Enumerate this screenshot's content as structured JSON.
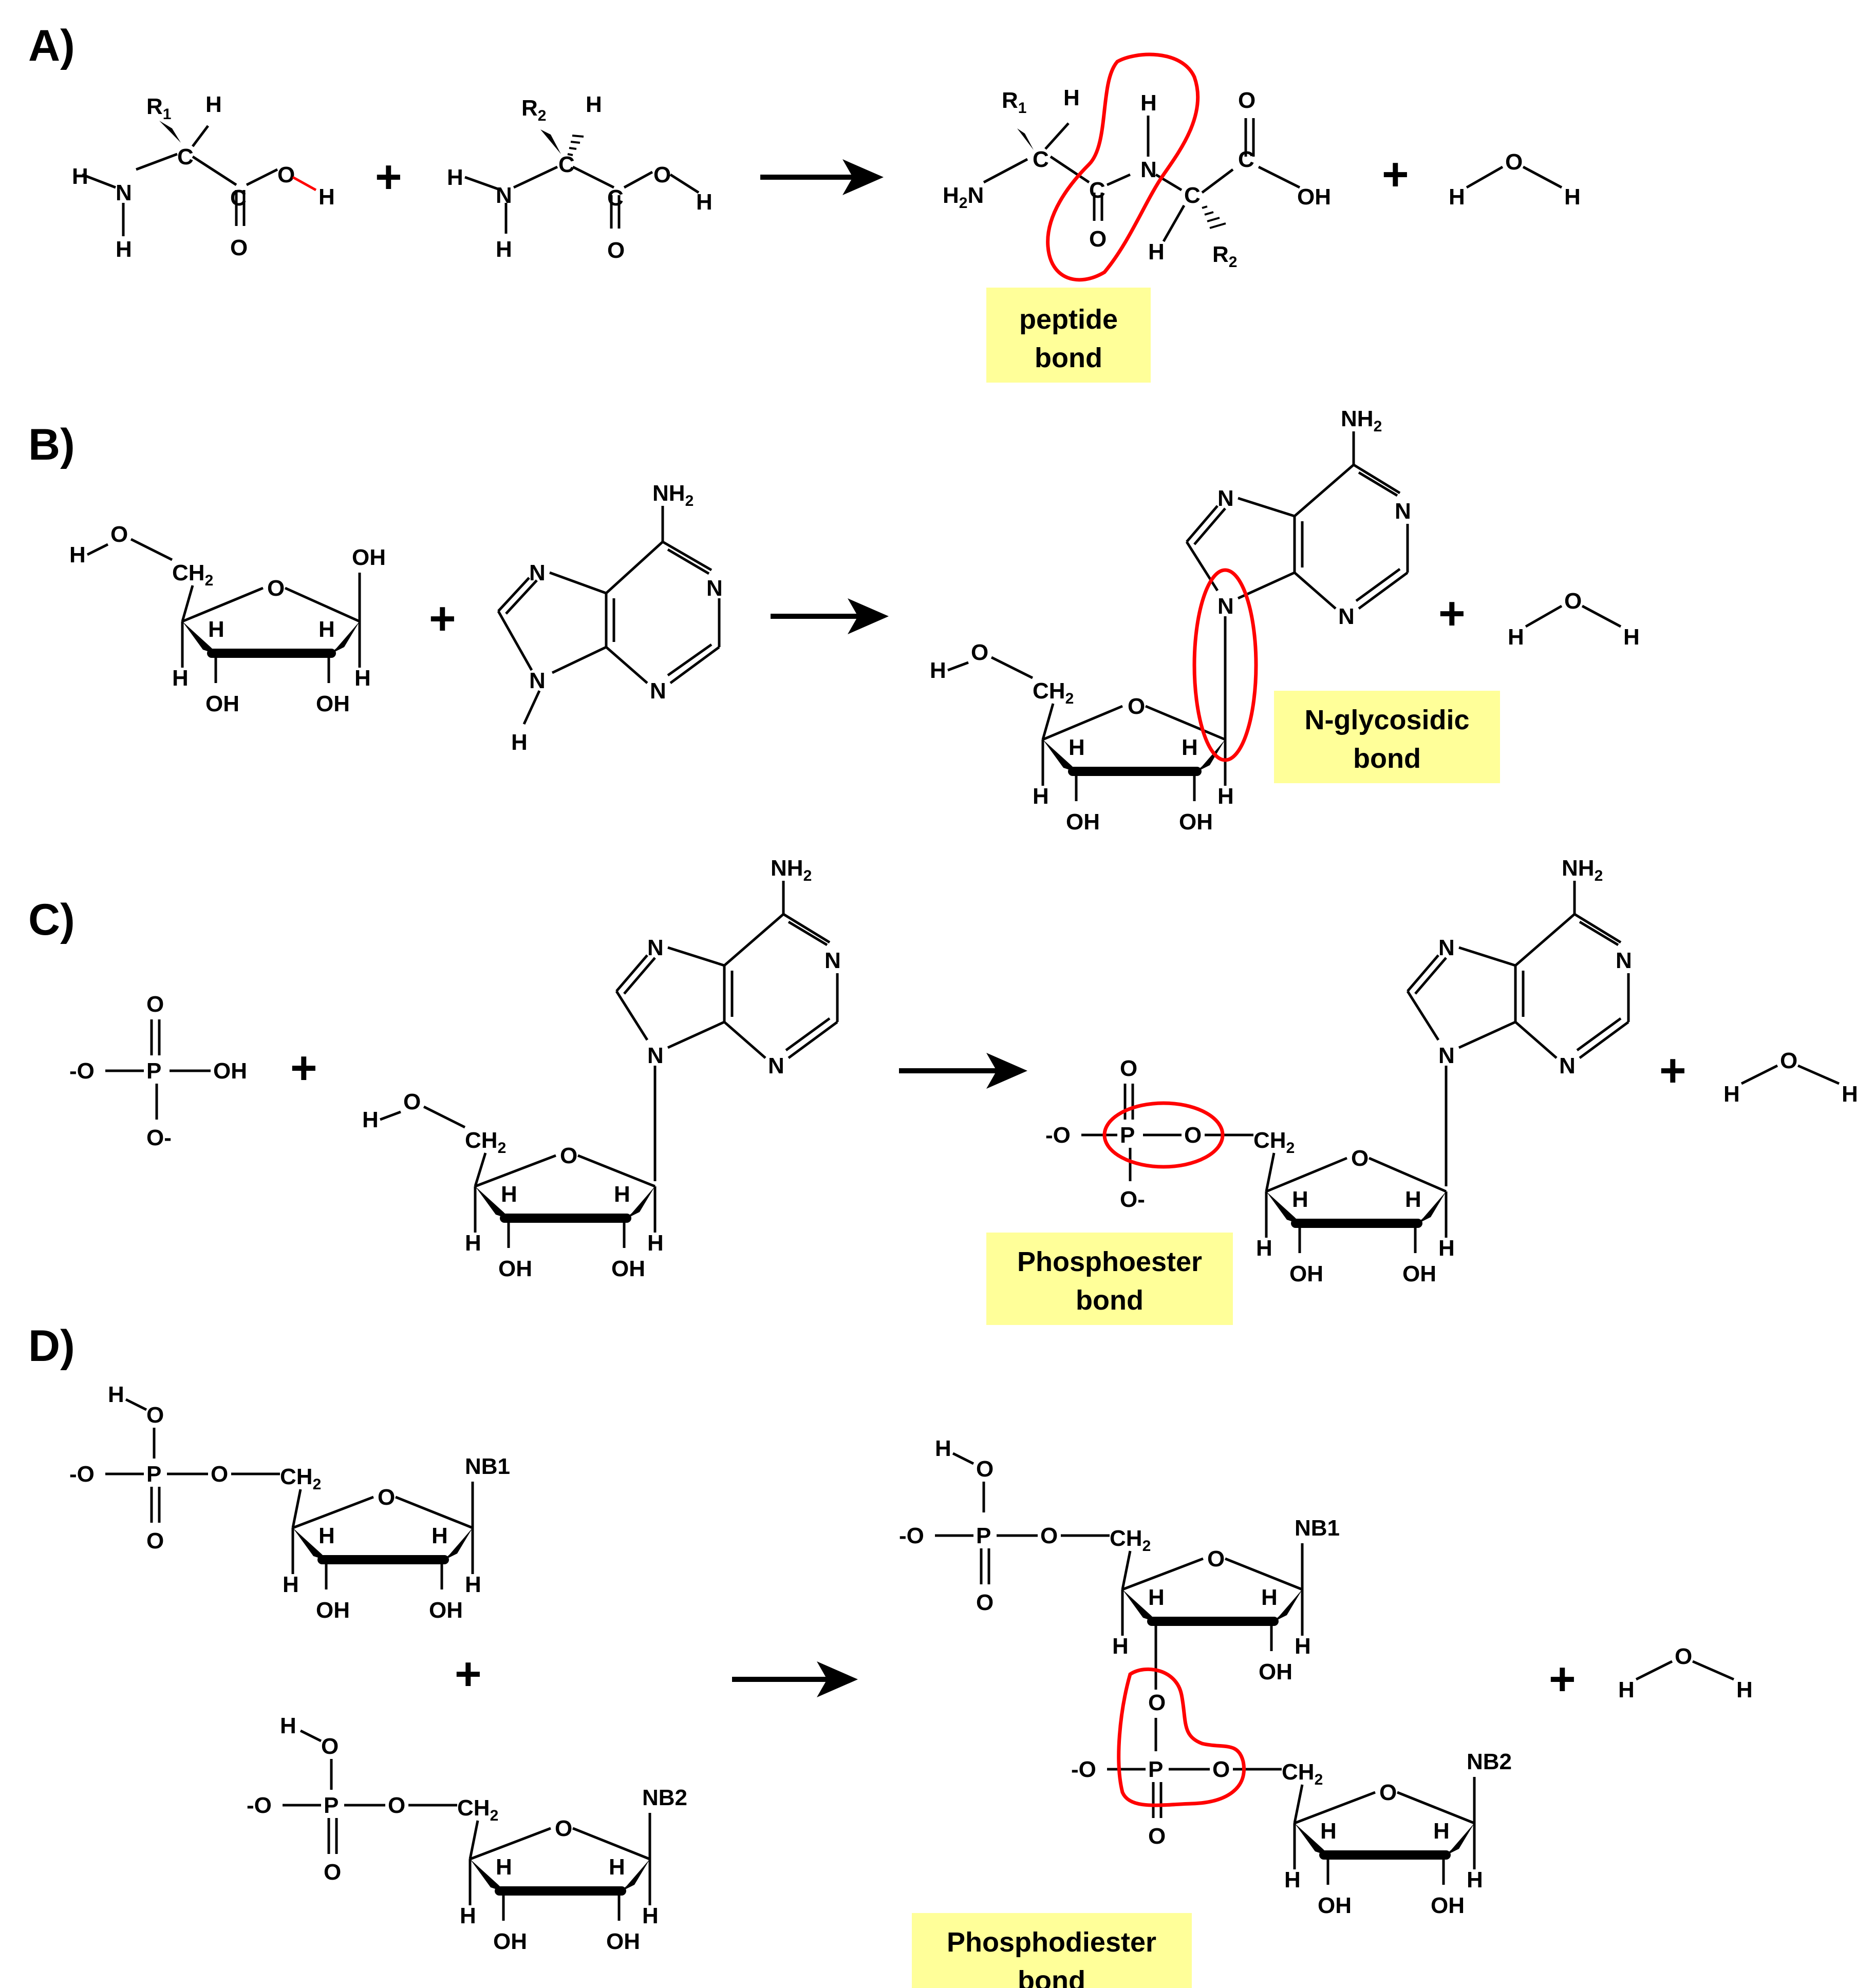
{
  "colors": {
    "removed_oh": "#ff0000",
    "removed_h": "#0000ff",
    "highlight_box": "#ffff99",
    "bond_ring": "#ff0000"
  },
  "panels": {
    "a": {
      "label": "A)",
      "plus": "+",
      "bond": {
        "line1": "peptide",
        "line2": "bond"
      }
    },
    "b": {
      "label": "B)",
      "plus": "+",
      "bond": {
        "line1": "N-glycosidic",
        "line2": "bond"
      }
    },
    "c": {
      "label": "C)",
      "plus": "+",
      "bond": {
        "line1": "Phosphoester",
        "line2": "bond"
      }
    },
    "d": {
      "label": "D)",
      "plus": "+",
      "bond": {
        "line1": "Phosphodiester",
        "line2": "bond"
      }
    }
  },
  "atoms": {
    "H": "H",
    "O": "O",
    "N": "N",
    "C": "C",
    "P": "P",
    "OH": "OH",
    "R": "R",
    "R1_sub": "1",
    "R2_sub": "2",
    "CH": "CH",
    "NH": "NH",
    "H2N_H": "H",
    "two": "2",
    "O_minus": "-O",
    "minus_O": "O-",
    "NB1": "NB1",
    "NB2": "NB2"
  }
}
